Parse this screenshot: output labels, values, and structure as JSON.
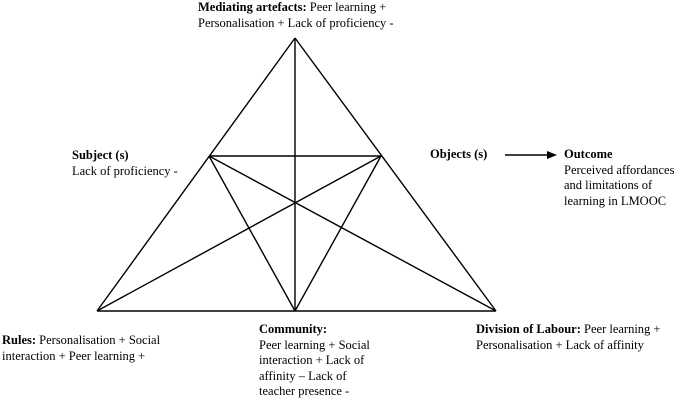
{
  "nodes": {
    "mediating": {
      "heading": "Mediating artefacts:",
      "text_line1": "Peer learning +",
      "text_line2": "Personalisation + Lack of proficiency -"
    },
    "subject": {
      "heading": "Subject (s)",
      "text": "Lack of proficiency -"
    },
    "objects": {
      "heading": "Objects (s)"
    },
    "outcome": {
      "heading": "Outcome",
      "lines": [
        "Perceived affordances",
        "and limitations of",
        "learning in LMOOC"
      ]
    },
    "rules": {
      "heading": "Rules:",
      "text_line1": "Personalisation + Social",
      "text_line2": "interaction + Peer learning +"
    },
    "community": {
      "heading": "Community:",
      "lines": [
        "Peer learning + Social",
        "interaction + Lack of",
        "affinity – Lack of",
        "teacher presence -"
      ]
    },
    "division": {
      "heading": "Division of Labour:",
      "text_line1": "Peer learning +",
      "text_line2": "Personalisation + Lack of affinity"
    }
  },
  "colors": {
    "line": "#000000",
    "background": "#ffffff"
  }
}
